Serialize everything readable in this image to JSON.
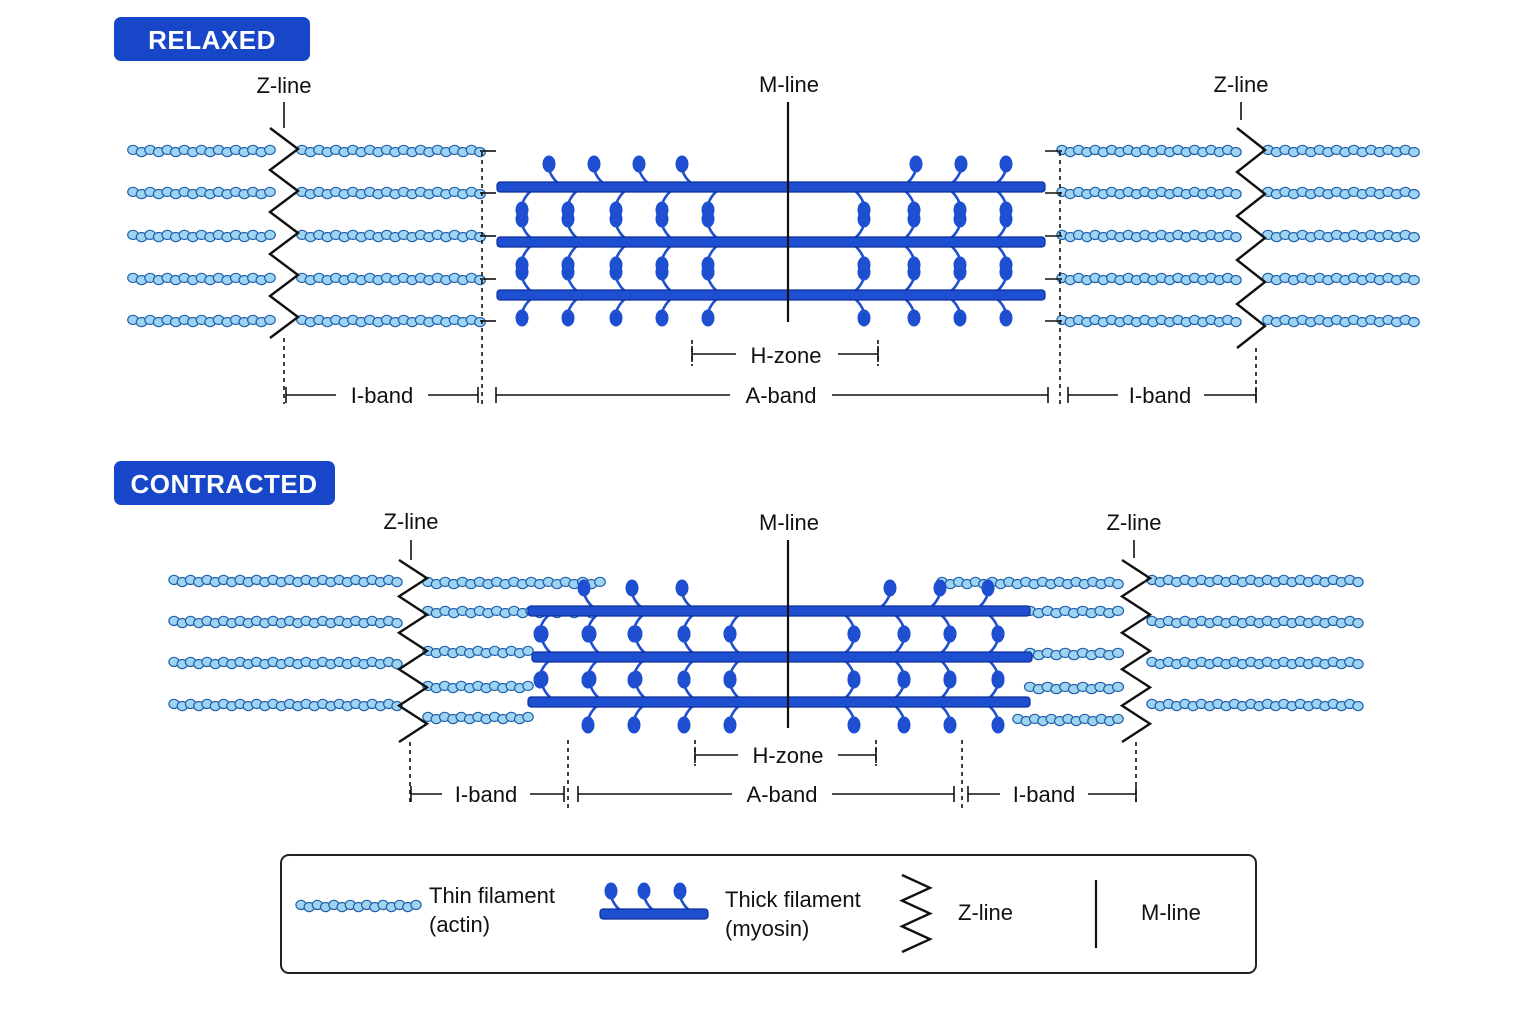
{
  "relaxed": {
    "badge": "RELAXED",
    "z_line_left": "Z-line",
    "m_line": "M-line",
    "z_line_right": "Z-line",
    "h_zone": "H-zone",
    "i_band_left": "I-band",
    "a_band": "A-band",
    "i_band_right": "I-band"
  },
  "contracted": {
    "badge": "CONTRACTED",
    "z_line_left": "Z-line",
    "m_line": "M-line",
    "z_line_right": "Z-line",
    "h_zone": "H-zone",
    "i_band_left": "I-band",
    "a_band": "A-band",
    "i_band_right": "I-band"
  },
  "legend": {
    "thin_line1": "Thin filament",
    "thin_line2": "(actin)",
    "thick_line1": "Thick filament",
    "thick_line2": "(myosin)",
    "z_line": "Z-line",
    "m_line": "M-line"
  },
  "colors": {
    "badge": "#1747c8",
    "thick": "#1f4fd1",
    "thick_stroke": "#0f2f9a",
    "actin_fill": "#9fd3f2",
    "actin_stroke": "#1f5fa8",
    "ink": "#111111"
  }
}
